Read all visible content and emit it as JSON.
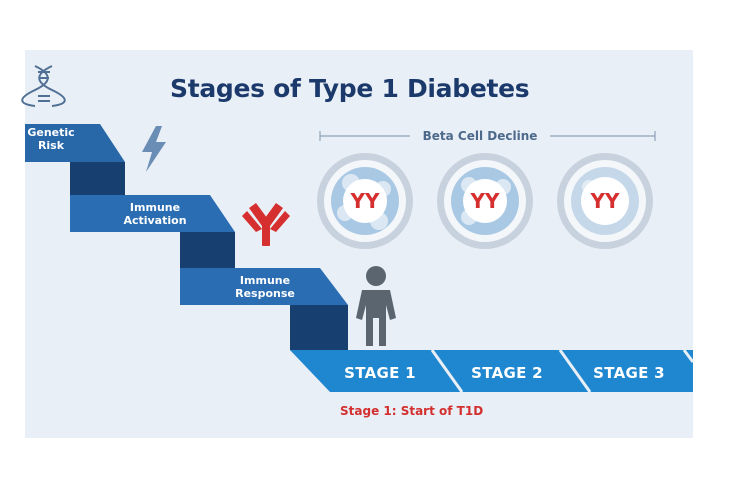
{
  "title": "Stages of Type 1 Diabetes",
  "steps": [
    {
      "line1": "Genetic",
      "line2": "Risk"
    },
    {
      "line1": "Immune",
      "line2": "Activation"
    },
    {
      "line1": "Immune",
      "line2": "Response"
    }
  ],
  "stages": [
    "STAGE 1",
    "STAGE 2",
    "STAGE 3"
  ],
  "beta_cell_decline_label": "Beta Cell Decline",
  "caption": "Stage 1: Start of T1D",
  "icons": [
    "dna-icon",
    "lightning-bolt-icon",
    "antibody-icon",
    "person-icon",
    "beta-cell-icon"
  ],
  "colors": {
    "background": "#e9eff6",
    "step_light": "#2b6cb0",
    "step_dark": "#1a4a80",
    "stage_bar": "#1e88d0",
    "title": "#1b3a6b",
    "accent_red": "#d32f2f",
    "person": "#5a6570"
  }
}
